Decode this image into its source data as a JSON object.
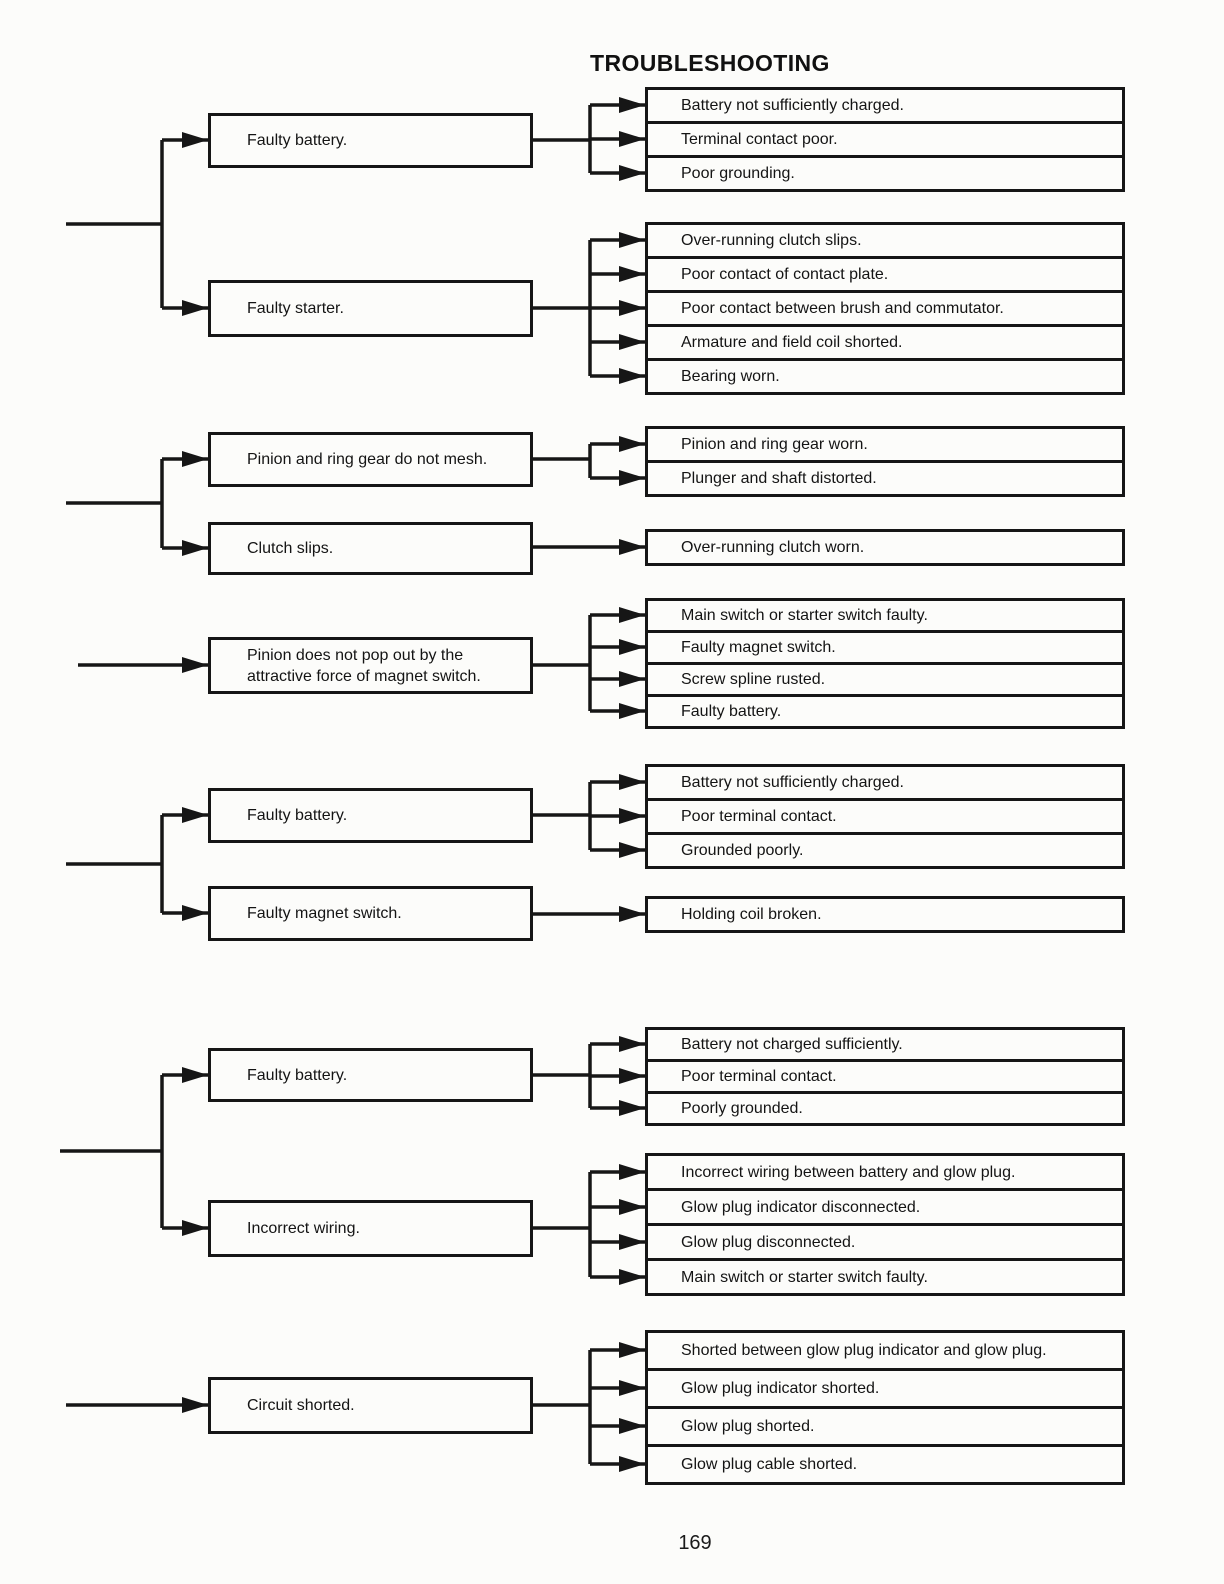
{
  "page": {
    "title": "TROUBLESHOOTING",
    "page_number": "169"
  },
  "diagram": {
    "groups": [
      {
        "branches": [
          {
            "label": "Faulty battery.",
            "causes": [
              "Battery not sufficiently charged.",
              "Terminal contact poor.",
              "Poor grounding."
            ]
          },
          {
            "label": "Faulty starter.",
            "causes": [
              "Over-running clutch slips.",
              "Poor contact of contact plate.",
              "Poor contact between brush and commutator.",
              "Armature and field coil shorted.",
              "Bearing worn."
            ]
          }
        ]
      },
      {
        "branches": [
          {
            "label": "Pinion and ring gear do not mesh.",
            "causes": [
              "Pinion and ring gear worn.",
              "Plunger and shaft distorted."
            ]
          },
          {
            "label": "Clutch slips.",
            "causes": [
              "Over-running clutch worn."
            ]
          }
        ]
      },
      {
        "branches": [
          {
            "label": "Pinion does not pop out by the attractive force of magnet switch.",
            "causes": [
              "Main switch or starter switch faulty.",
              "Faulty magnet switch.",
              "Screw spline rusted.",
              "Faulty battery."
            ]
          }
        ]
      },
      {
        "branches": [
          {
            "label": "Faulty battery.",
            "causes": [
              "Battery not sufficiently charged.",
              "Poor terminal contact.",
              "Grounded poorly."
            ]
          },
          {
            "label": "Faulty magnet switch.",
            "causes": [
              "Holding coil broken."
            ]
          }
        ]
      },
      {
        "branches": [
          {
            "label": "Faulty battery.",
            "causes": [
              "Battery not charged sufficiently.",
              "Poor terminal contact.",
              "Poorly grounded."
            ]
          },
          {
            "label": "Incorrect wiring.",
            "causes": [
              "Incorrect wiring between battery and glow plug.",
              "Glow plug indicator disconnected.",
              "Glow plug disconnected.",
              "Main switch or starter switch faulty."
            ]
          }
        ]
      },
      {
        "branches": [
          {
            "label": "Circuit shorted.",
            "causes": [
              "Shorted between glow plug indicator and glow plug.",
              "Glow plug indicator shorted.",
              "Glow plug shorted.",
              "Glow plug cable shorted."
            ]
          }
        ]
      }
    ]
  }
}
